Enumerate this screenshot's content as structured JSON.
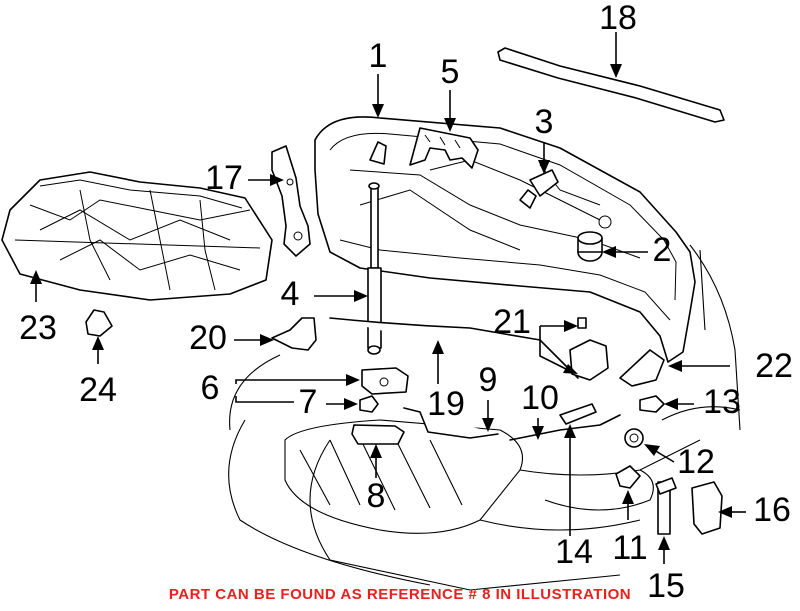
{
  "diagram": {
    "callouts": [
      "1",
      "2",
      "3",
      "4",
      "5",
      "6",
      "7",
      "8",
      "9",
      "10",
      "11",
      "12",
      "13",
      "14",
      "15",
      "16",
      "17",
      "18",
      "19",
      "20",
      "21",
      "22",
      "23",
      "24"
    ]
  },
  "footer_note": "PART CAN BE FOUND AS REFERENCE # 8 IN ILLUSTRATION",
  "colors": {
    "line": "#000000",
    "note": "#e8201e",
    "background": "#ffffff"
  }
}
